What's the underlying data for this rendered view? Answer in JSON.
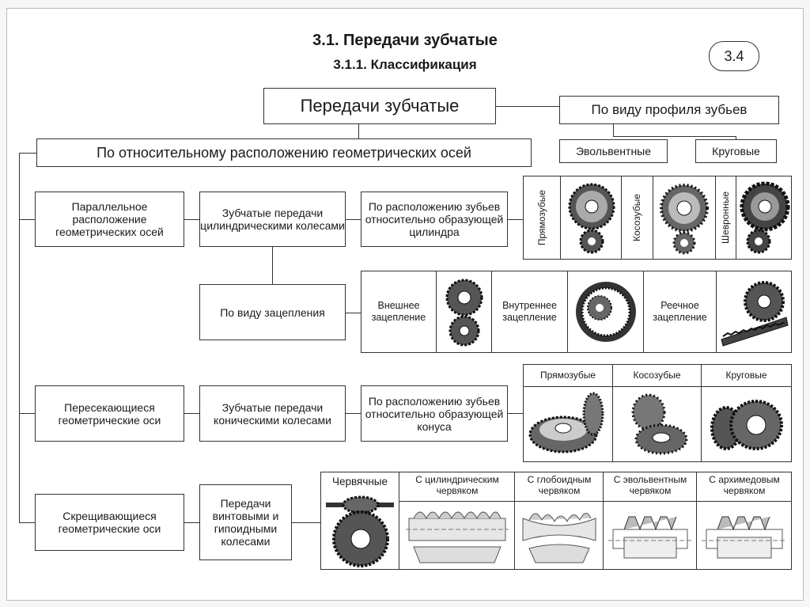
{
  "header": {
    "title": "3.1. Передачи зубчатые",
    "subtitle": "3.1.1. Классификация",
    "page_badge": "3.4"
  },
  "root": "Передачи зубчатые",
  "profile": {
    "label": "По виду профиля зубьев",
    "options": [
      "Эвольвентные",
      "Круговые"
    ]
  },
  "axes_label": "По относительному расположению геометрических осей",
  "groups": {
    "parallel": {
      "label": "Параллельное расположение геометрических осей",
      "gear_type": "Зубчатые передачи цилиндрическими колесами",
      "by_teeth": "По расположению зубьев относительно образующей цилиндра",
      "teeth_types": [
        "Прямозубые",
        "Косозубые",
        "Шевронные"
      ],
      "mesh_label": "По виду зацепления",
      "mesh_types": [
        "Внешнее зацепление",
        "Внутреннее зацепление",
        "Реечное зацепление"
      ]
    },
    "intersecting": {
      "label": "Пересекающиеся геометрические оси",
      "gear_type": "Зубчатые передачи коническими колесами",
      "by_teeth": "По расположению зубьев относительно образующей конуса",
      "teeth_types": [
        "Прямозубые",
        "Косозубые",
        "Круговые"
      ]
    },
    "crossing": {
      "label": "Скрещивающиеся геометрические оси",
      "gear_type": "Передачи винтовыми и гипоидными колесами",
      "worm_label": "Червячные",
      "worm_types": [
        "С цилиндрическим червяком",
        "С глобоидным червяком",
        "С эвольвентным червяком",
        "С архимедовым червяком"
      ]
    }
  }
}
